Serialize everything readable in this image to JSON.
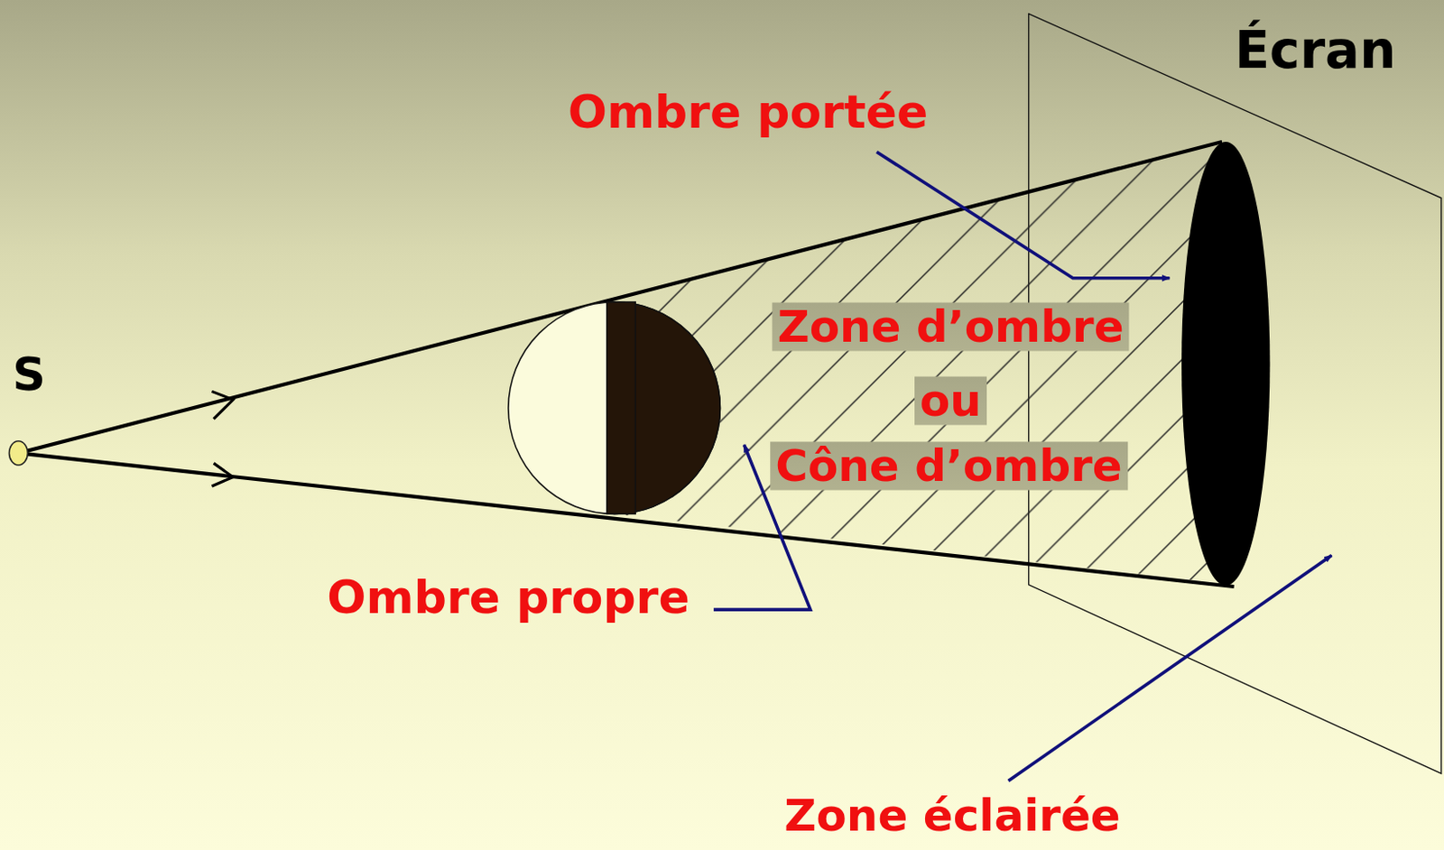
{
  "diagram": {
    "labels": [
      "Écran",
      "Ombre portée",
      "S",
      "Zone d’ombre",
      "ou",
      "Cône d’ombre",
      "Ombre propre",
      "Zone éclairée"
    ]
  }
}
